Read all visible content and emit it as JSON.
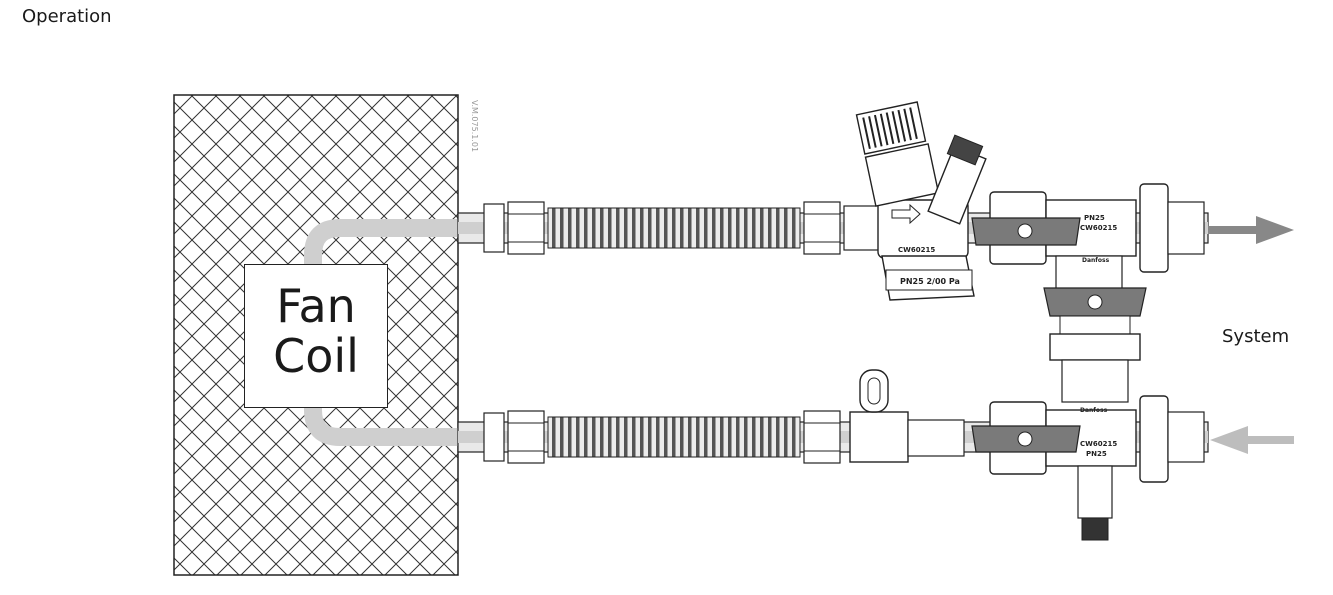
{
  "title": "Operation",
  "fan_coil": {
    "line1": "Fan",
    "line2": "Coil"
  },
  "system_label": "System",
  "drawing_code": "V.M.075.1.01",
  "valve_labels": {
    "balancing_code": "CW60215",
    "balancing_rating": "PN25 2/00 Pa",
    "upper_tee_rating": "PN25",
    "upper_tee_code": "CW60215",
    "upper_tee_brand": "Danfoss",
    "lower_tee_rating": "PN25",
    "lower_tee_code": "CW60215",
    "lower_tee_brand": "Danfoss"
  },
  "colors": {
    "pipe": "#c8c8c8",
    "flow_arrow": "#888888",
    "return_arrow": "#bdbdbd",
    "handle": "#7a7a7a",
    "outline": "#222222"
  }
}
